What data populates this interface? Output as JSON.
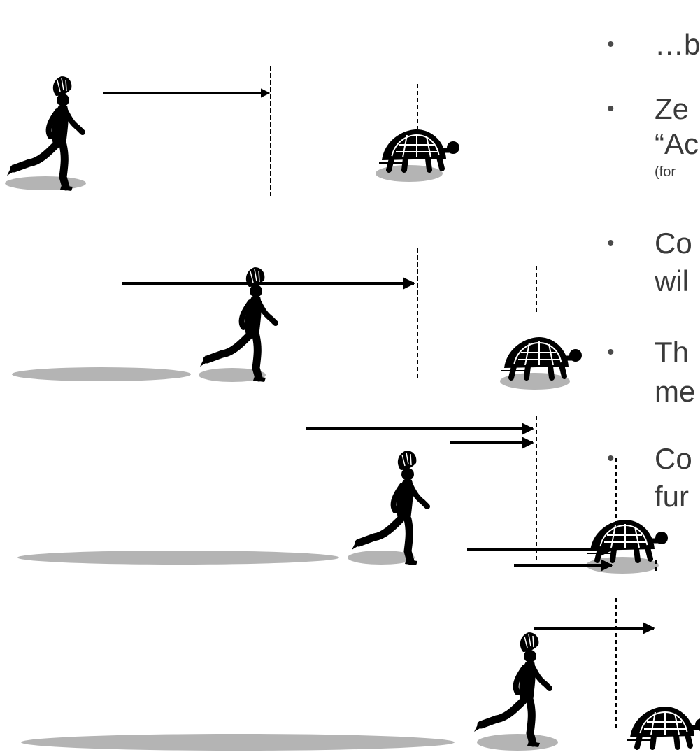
{
  "bullets": [
    {
      "lines": [
        "…b"
      ]
    },
    {
      "lines": [
        "Ze",
        "“Ac"
      ],
      "note": "(for"
    },
    {
      "lines": [
        "Co",
        "wil"
      ]
    },
    {
      "lines": [
        "Th",
        "me"
      ]
    },
    {
      "lines": [
        "Co",
        "fur"
      ]
    }
  ],
  "colors": {
    "figure": "#000000",
    "shadow": "#b4b4b4",
    "text": "#3a3a3a"
  },
  "icons": [
    "runner-icon",
    "tortoise-icon",
    "arrow-icon",
    "dashed-marker-line"
  ]
}
